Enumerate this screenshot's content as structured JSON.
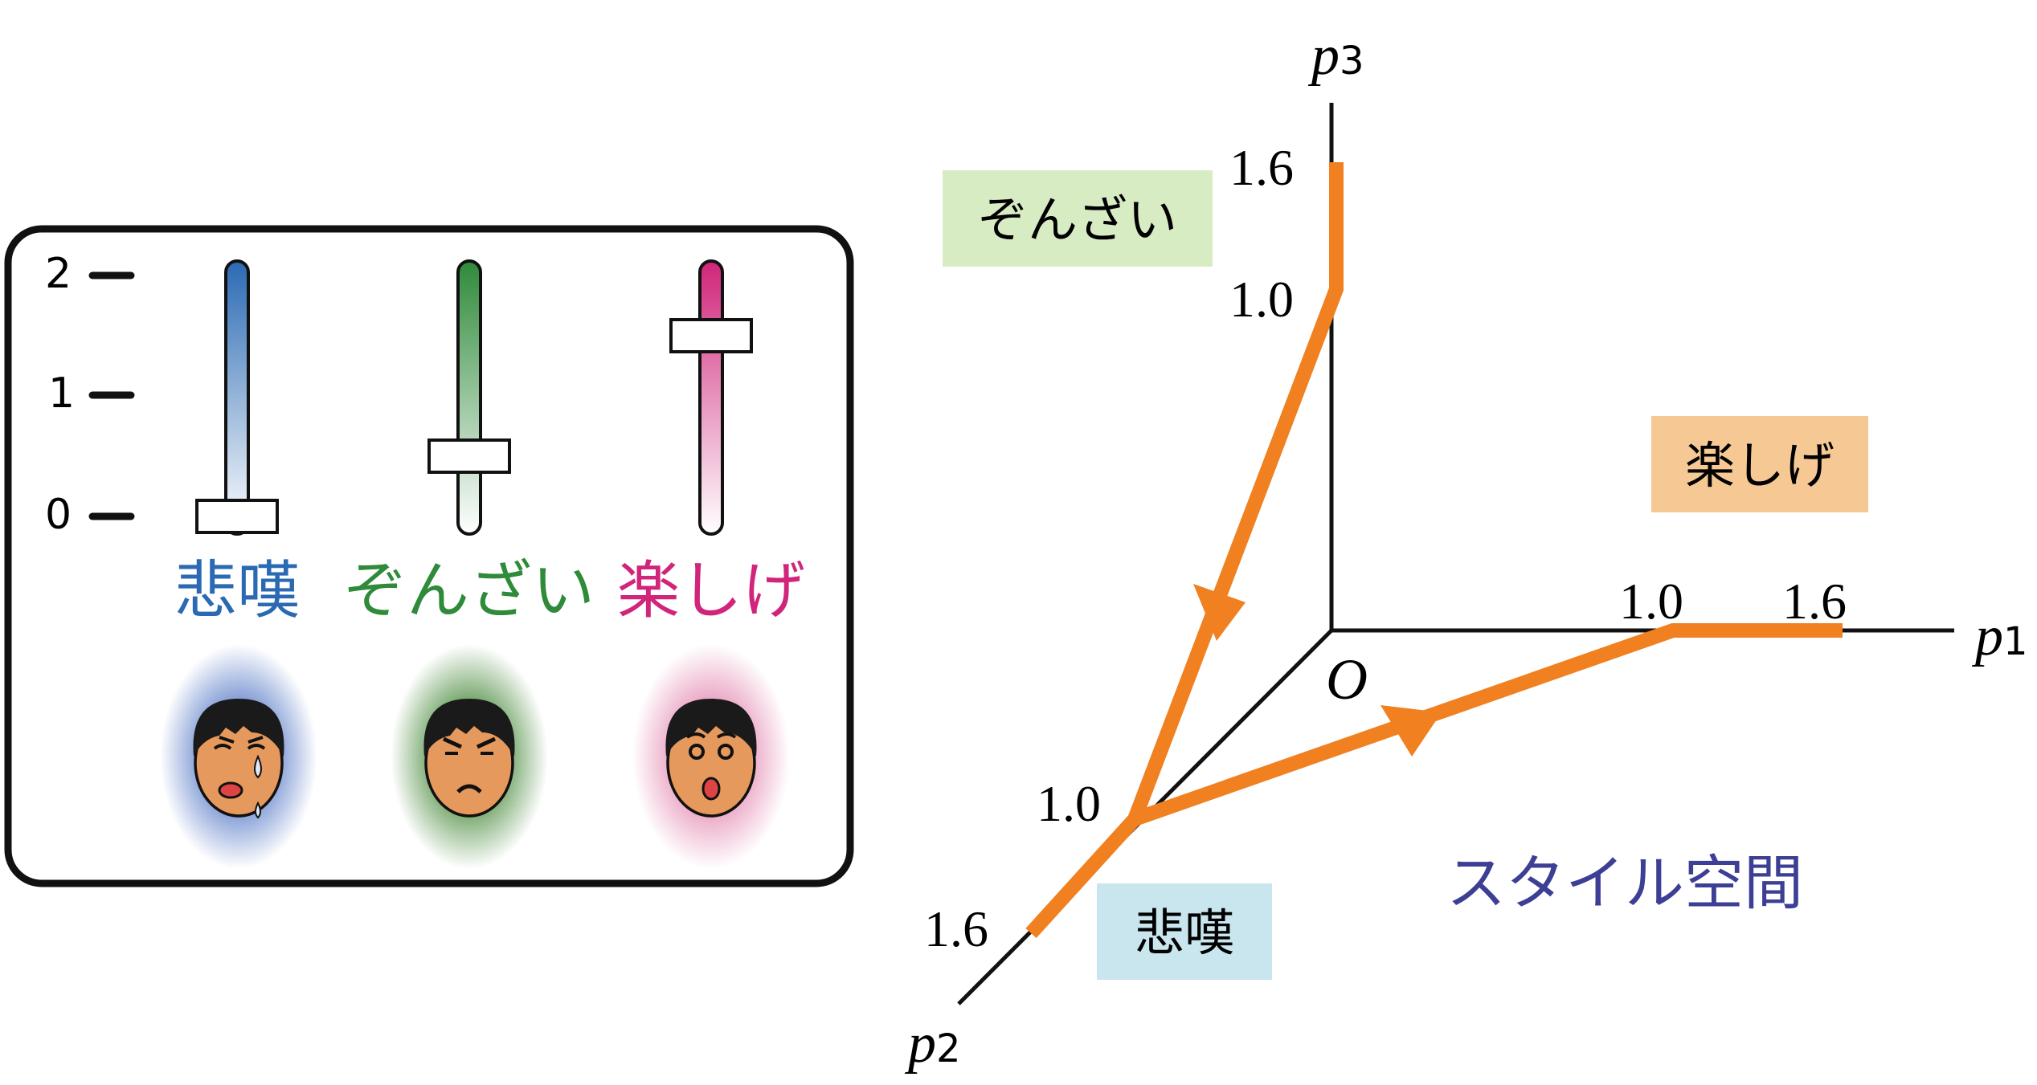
{
  "panel": {
    "scale_ticks": [
      "2",
      "1",
      "0"
    ],
    "sliders": [
      {
        "label": "悲嘆",
        "value": 0,
        "color": "#2b6ab3"
      },
      {
        "label": "ぞんざい",
        "value": 0.5,
        "color": "#2f8a3a"
      },
      {
        "label": "楽しげ",
        "value": 1.5,
        "color": "#d0257a"
      }
    ],
    "face_icons": [
      "crying-face-icon",
      "angry-face-icon",
      "surprised-face-icon"
    ]
  },
  "axes": {
    "p1": {
      "letter": "p",
      "sub": "1"
    },
    "p2": {
      "letter": "p",
      "sub": "2"
    },
    "p3": {
      "letter": "p",
      "sub": "3"
    },
    "origin": "O"
  },
  "ticks": {
    "p1": [
      "1.0",
      "1.6"
    ],
    "p2": [
      "1.0",
      "1.6"
    ],
    "p3": [
      "1.0",
      "1.6"
    ]
  },
  "regions": [
    {
      "text": "ぞんざい",
      "bg": "#d8ecc4"
    },
    {
      "text": "楽しげ",
      "bg": "#f5c894"
    },
    {
      "text": "悲嘆",
      "bg": "#c9e6ef"
    }
  ],
  "space_label": "スタイル空間",
  "colors": {
    "path": "#f08020",
    "space_label": "#3d3f95"
  }
}
